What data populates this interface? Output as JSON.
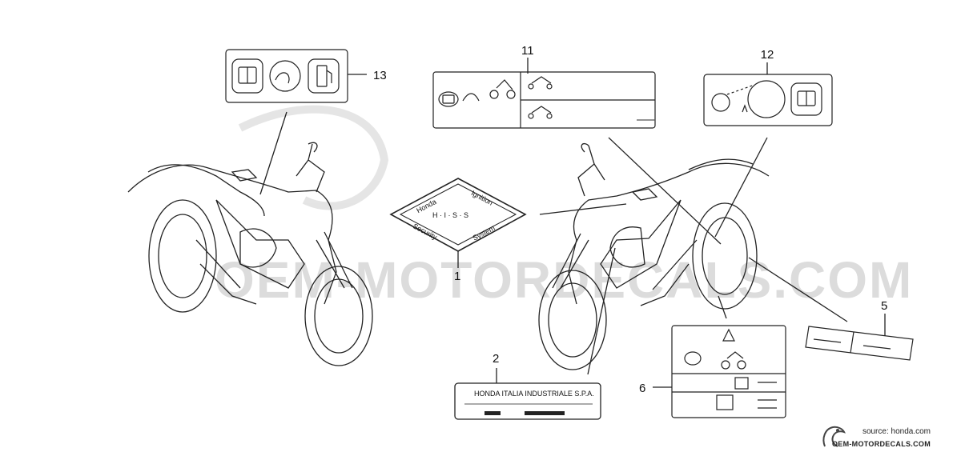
{
  "watermark": {
    "text": "OEM-MOTORDECALS.COM"
  },
  "callouts": [
    {
      "id": "1",
      "label": "1"
    },
    {
      "id": "2",
      "label": "2"
    },
    {
      "id": "5",
      "label": "5"
    },
    {
      "id": "6",
      "label": "6"
    },
    {
      "id": "11",
      "label": "11"
    },
    {
      "id": "12",
      "label": "12"
    },
    {
      "id": "13",
      "label": "13"
    }
  ],
  "labels": {
    "his_badge": {
      "top_left": "Honda",
      "top_right": "Ignition",
      "middle": "H · I · S · S",
      "bottom_left": "Security",
      "bottom_right": "System"
    },
    "plate": {
      "text": "HONDA ITALIA INDUSTRIALE S.P.A."
    }
  },
  "footer": {
    "source": "source: honda.com",
    "site": "OEM-MOTORDECALS.COM"
  }
}
